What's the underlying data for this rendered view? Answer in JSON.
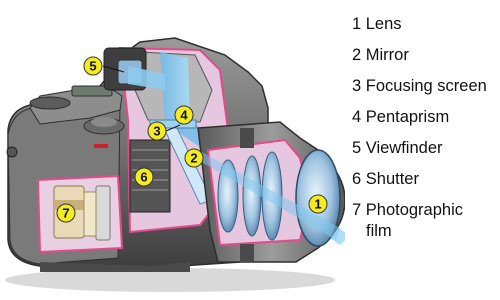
{
  "legend": {
    "items": [
      {
        "number": "1",
        "text": "1 Lens"
      },
      {
        "number": "2",
        "text": "2 Mirror"
      },
      {
        "number": "3",
        "text": "3 Focusing screen"
      },
      {
        "number": "4",
        "text": "4 Pentaprism"
      },
      {
        "number": "5",
        "text": "5 Viewfinder"
      },
      {
        "number": "6",
        "text": "6 Shutter"
      },
      {
        "number": "7",
        "text": "7 Photographic",
        "text_line2": "film"
      }
    ]
  },
  "callouts": [
    "1",
    "2",
    "3",
    "4",
    "5",
    "6",
    "7"
  ],
  "colors": {
    "callout_fill": "#f4ec1e",
    "light_path": "#7fc6ef",
    "camera_body": "#6b6b6b",
    "cutaway_interior": "#e6c7e0",
    "cutaway_edge": "#e44a8a"
  }
}
